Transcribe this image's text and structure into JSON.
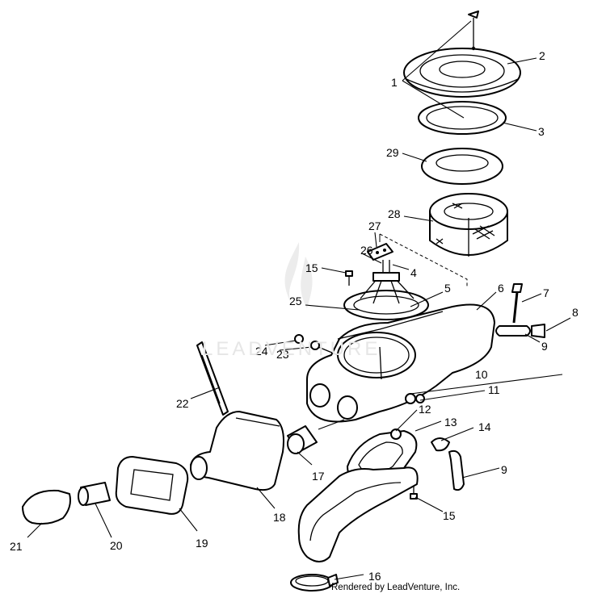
{
  "watermark": "LEADVENTURE",
  "credit": "Rendered by LeadVenture, Inc.",
  "callouts": [
    "1",
    "2",
    "3",
    "29",
    "28",
    "27",
    "26",
    "4",
    "15",
    "5",
    "6",
    "7",
    "8",
    "25",
    "24",
    "23",
    "9",
    "10",
    "11",
    "22",
    "12",
    "13",
    "14",
    "17",
    "9",
    "15",
    "18",
    "19",
    "20",
    "21",
    "16"
  ]
}
